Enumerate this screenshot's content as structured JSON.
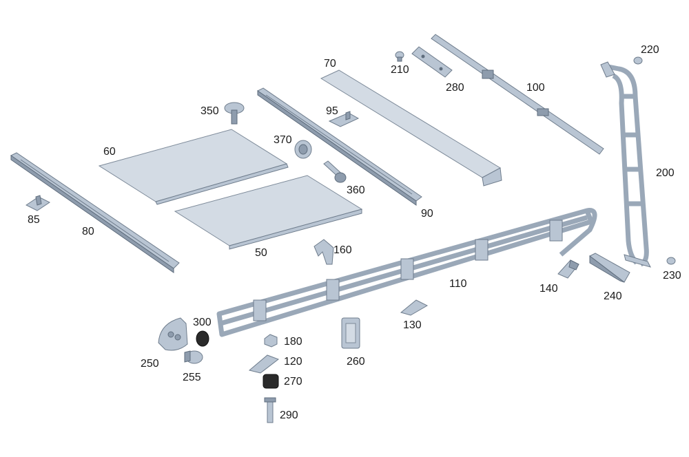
{
  "diagram": {
    "colors": {
      "part_fill": "#b9c5d3",
      "part_edge": "#6e7c8c",
      "rubber": "#2a2a2a",
      "background": "#ffffff"
    },
    "callouts": {
      "c50": "50",
      "c60": "60",
      "c70": "70",
      "c80": "80",
      "c85": "85",
      "c90": "90",
      "c95": "95",
      "c100": "100",
      "c110": "110",
      "c120": "120",
      "c130": "130",
      "c140": "140",
      "c160": "160",
      "c180": "180",
      "c200": "200",
      "c210": "210",
      "c220": "220",
      "c230": "230",
      "c240": "240",
      "c250": "250",
      "c255": "255",
      "c260": "260",
      "c270": "270",
      "c280": "280",
      "c290": "290",
      "c300": "300",
      "c350": "350",
      "c360": "360",
      "c370": "370"
    }
  }
}
